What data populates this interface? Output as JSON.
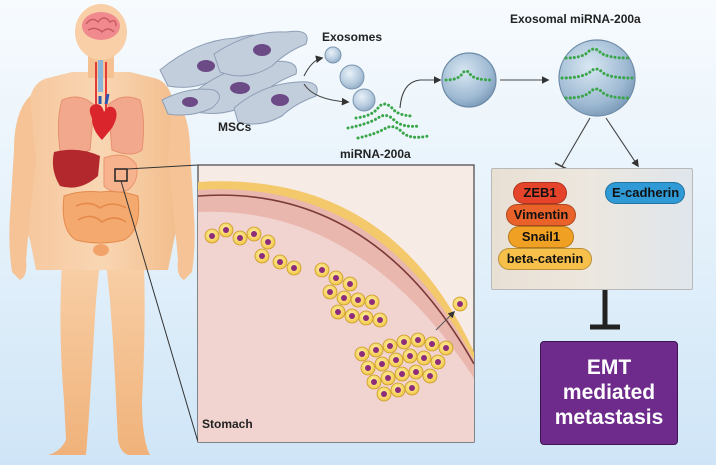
{
  "labels": {
    "exosomes": "Exosomes",
    "msc": "MSCs",
    "mirna": "miRNA-200a",
    "exosomal_mirna": "Exosomal miRNA-200a",
    "stomach": "Stomach"
  },
  "repressed_targets": [
    "ZEB1",
    "Vimentin",
    "Snail1",
    "beta-catenin"
  ],
  "induced_target": "E-cadherin",
  "outcome": {
    "line1": "EMT",
    "line2": "mediated",
    "line3": "metastasis"
  },
  "colors": {
    "zeb1": "#e5442a",
    "vimentin": "#e8622a",
    "snail1": "#f0a124",
    "beta_catenin": "#f7c04a",
    "e_cadherin": "#2f9ad6",
    "outcome_box": "#6e2b8b",
    "mirna_strand": "#3aa64a",
    "cell_nucleus": "#8e2c7c"
  }
}
